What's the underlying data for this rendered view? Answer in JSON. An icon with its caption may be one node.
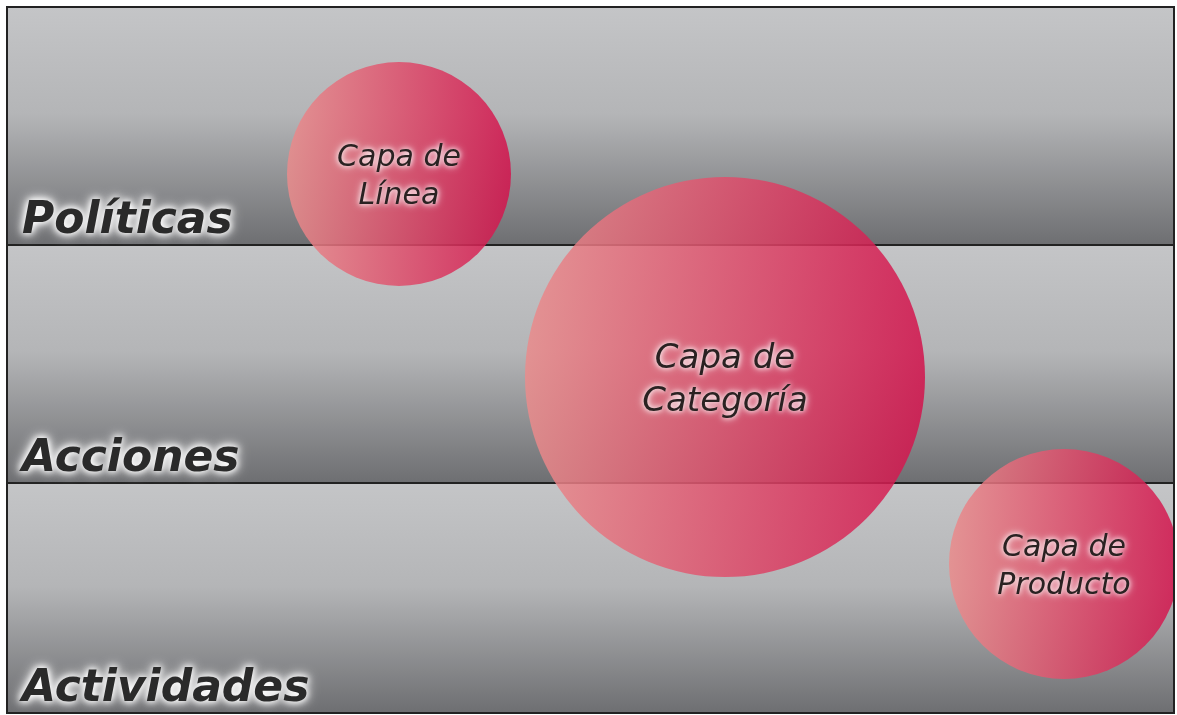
{
  "diagram": {
    "nodes": [
      {
        "text": [
          "Políticas"
        ]
      },
      {
        "text": [
          "Acciones"
        ]
      },
      {
        "text": [
          "Actividades"
        ]
      },
      {
        "text": [
          "Capa de Línea"
        ]
      },
      {
        "text": [
          "Capa de Categoría"
        ]
      },
      {
        "text": [
          "Capa de Producto"
        ]
      }
    ]
  }
}
